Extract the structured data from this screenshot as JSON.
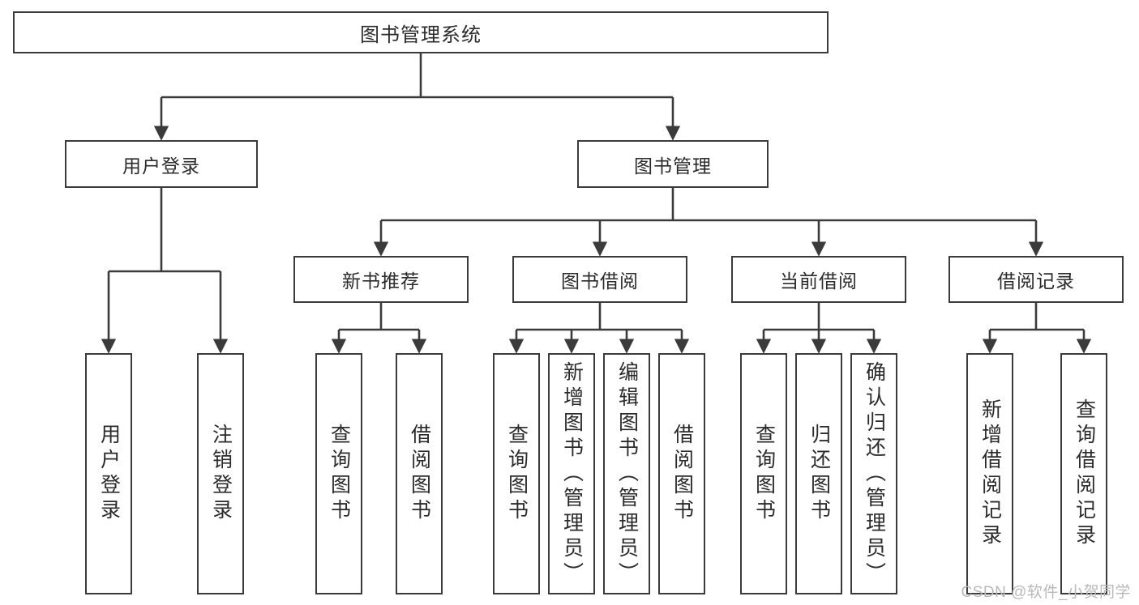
{
  "diagram": {
    "type": "tree-hierarchy",
    "title": "图书管理系统",
    "root": {
      "label": "图书管理系统"
    },
    "level2": [
      {
        "id": "user-login",
        "label": "用户登录"
      },
      {
        "id": "book-manage",
        "label": "图书管理"
      }
    ],
    "level3": [
      {
        "id": "new-book-recommend",
        "label": "新书推荐",
        "parent": "book-manage"
      },
      {
        "id": "book-borrow",
        "label": "图书借阅",
        "parent": "book-manage"
      },
      {
        "id": "current-borrow",
        "label": "当前借阅",
        "parent": "book-manage"
      },
      {
        "id": "borrow-record",
        "label": "借阅记录",
        "parent": "book-manage"
      }
    ],
    "leaves": [
      {
        "id": "leaf-user-login",
        "label": "用户登录",
        "parent": "user-login"
      },
      {
        "id": "leaf-logout",
        "label": "注销登录",
        "parent": "user-login"
      },
      {
        "id": "leaf-query-book-1",
        "label": "查询图书",
        "parent": "new-book-recommend"
      },
      {
        "id": "leaf-borrow-book-1",
        "label": "借阅图书",
        "parent": "new-book-recommend"
      },
      {
        "id": "leaf-query-book-2",
        "label": "查询图书",
        "parent": "book-borrow"
      },
      {
        "id": "leaf-add-book",
        "label": "新增图书（管理员）",
        "parent": "book-borrow"
      },
      {
        "id": "leaf-edit-book",
        "label": "编辑图书（管理员）",
        "parent": "book-borrow"
      },
      {
        "id": "leaf-borrow-book-2",
        "label": "借阅图书",
        "parent": "book-borrow"
      },
      {
        "id": "leaf-query-book-3",
        "label": "查询图书",
        "parent": "current-borrow"
      },
      {
        "id": "leaf-return-book",
        "label": "归还图书",
        "parent": "current-borrow"
      },
      {
        "id": "leaf-confirm-return",
        "label": "确认归还（管理员）",
        "parent": "current-borrow"
      },
      {
        "id": "leaf-add-record",
        "label": "新增借阅记录",
        "parent": "borrow-record"
      },
      {
        "id": "leaf-query-record",
        "label": "查询借阅记录",
        "parent": "borrow-record"
      }
    ],
    "colors": {
      "border": "#3b3b3b",
      "text": "#2b2b2b",
      "background": "#ffffff",
      "watermark": "#b9b9b9"
    }
  },
  "watermark": {
    "text": "CSDN @软件_小贺同学"
  }
}
